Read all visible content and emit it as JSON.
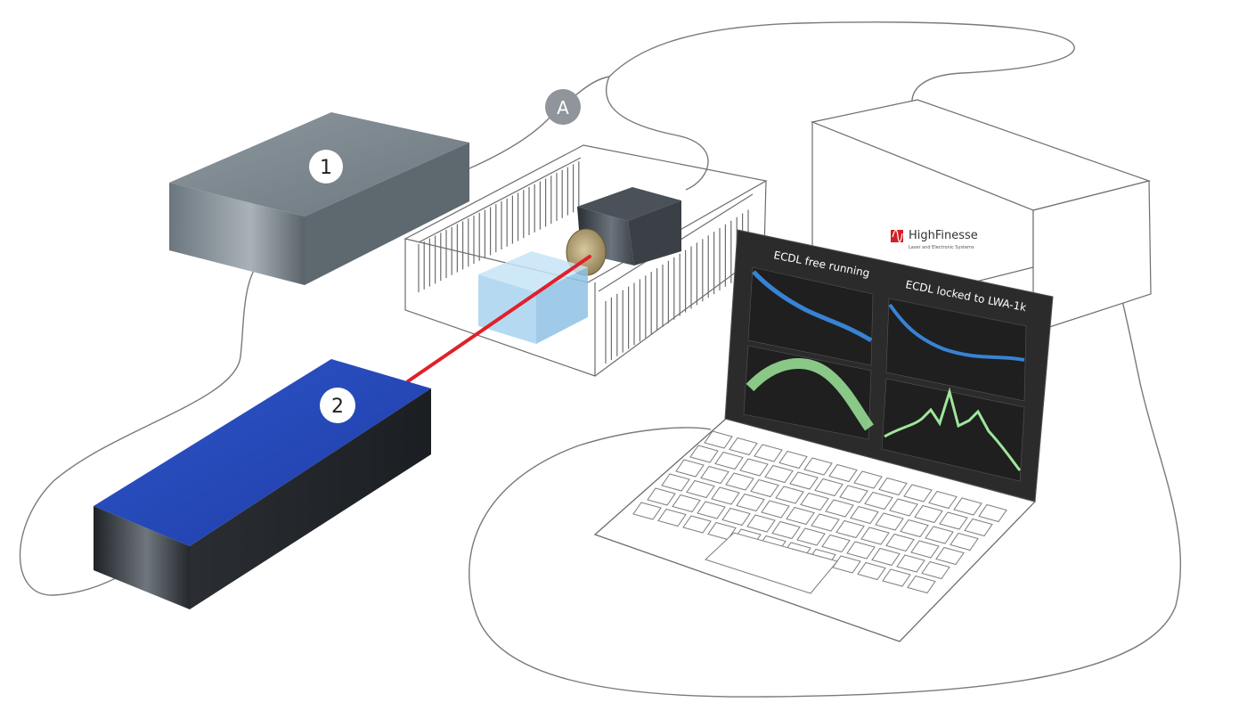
{
  "markers": {
    "one": "1",
    "two": "2",
    "a": "A"
  },
  "wavemeter": {
    "brand": "HighFinesse",
    "tagline": "Laser and Electronic Systems"
  },
  "screen": {
    "left_title": "ECDL free running",
    "right_title": "ECDL locked to LWA-1k"
  },
  "colors": {
    "driver_top": "#7f8b93",
    "laser_top": "#2647b8",
    "laser_body": "#2c3036",
    "beam": "#e0202a",
    "cube": "#a9d3ef",
    "noise_trace": "#3a8ee8",
    "spectrum_trace": "#9ee69a",
    "screen_bg": "#2b2b2b",
    "marker_fill": "#ffffff",
    "marker_a_fill": "#8f959a"
  }
}
